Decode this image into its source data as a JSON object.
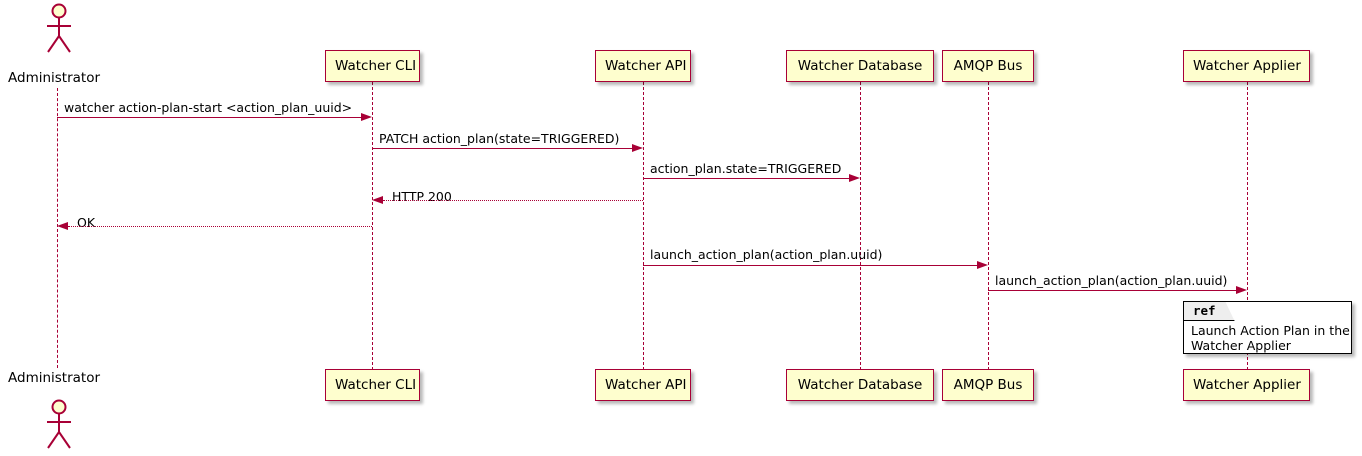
{
  "diagram": {
    "type": "sequence-diagram",
    "colors": {
      "accent": "#A80036",
      "participant_fill": "#FEFECE",
      "ref_tab_fill": "#EEEEEE",
      "background": "#FFFFFF",
      "text": "#000000"
    }
  },
  "actors": {
    "administrator": {
      "label": "Administrator",
      "icon": "actor-stick-figure-icon"
    }
  },
  "participants": [
    {
      "id": "watcher-cli",
      "label": "Watcher CLI"
    },
    {
      "id": "watcher-api",
      "label": "Watcher API"
    },
    {
      "id": "watcher-database",
      "label": "Watcher Database"
    },
    {
      "id": "amqp-bus",
      "label": "AMQP Bus"
    },
    {
      "id": "watcher-applier",
      "label": "Watcher Applier"
    }
  ],
  "messages": [
    {
      "id": "msg-1",
      "label": "watcher action-plan-start <action_plan_uuid>",
      "from": "administrator",
      "to": "watcher-cli",
      "style": "solid",
      "direction": "right"
    },
    {
      "id": "msg-2",
      "label": "PATCH action_plan(state=TRIGGERED)",
      "from": "watcher-cli",
      "to": "watcher-api",
      "style": "solid",
      "direction": "right"
    },
    {
      "id": "msg-3",
      "label": "action_plan.state=TRIGGERED",
      "from": "watcher-api",
      "to": "watcher-database",
      "style": "solid",
      "direction": "right"
    },
    {
      "id": "msg-4",
      "label": "HTTP 200",
      "from": "watcher-api",
      "to": "watcher-cli",
      "style": "dotted",
      "direction": "left"
    },
    {
      "id": "msg-5",
      "label": "OK",
      "from": "watcher-cli",
      "to": "administrator",
      "style": "dotted",
      "direction": "left"
    },
    {
      "id": "msg-6",
      "label": "launch_action_plan(action_plan.uuid)",
      "from": "watcher-api",
      "to": "amqp-bus",
      "style": "solid",
      "direction": "right"
    },
    {
      "id": "msg-7",
      "label": "launch_action_plan(action_plan.uuid)",
      "from": "amqp-bus",
      "to": "watcher-applier",
      "style": "solid",
      "direction": "right"
    }
  ],
  "ref_fragment": {
    "tab_label": "ref",
    "body": "Launch Action Plan in the\nWatcher Applier"
  }
}
